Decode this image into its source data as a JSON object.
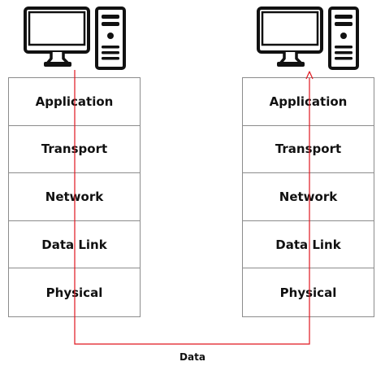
{
  "left_host": {
    "layers": [
      "Application",
      "Transport",
      "Network",
      "Data Link",
      "Physical"
    ]
  },
  "right_host": {
    "layers": [
      "Application",
      "Transport",
      "Network",
      "Data Link",
      "Physical"
    ]
  },
  "flow": {
    "label": "Data",
    "color": "#e0161e"
  },
  "icons": {
    "computer": "desktop-computer-icon"
  }
}
